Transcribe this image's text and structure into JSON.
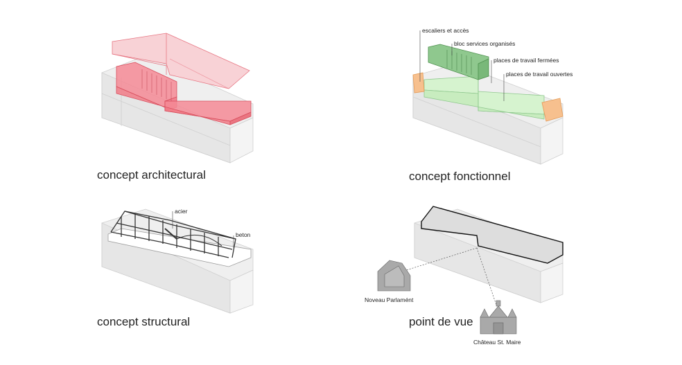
{
  "captions": {
    "architectural": "concept architectural",
    "fonctionnel": "concept fonctionnel",
    "structural": "concept structural",
    "point_de_vue": "point de vue"
  },
  "labels": {
    "escaliers": "escaliers et accès",
    "bloc_services": "bloc services organisés",
    "places_fermees": "places de travail fermées",
    "places_ouvertes": "places de travail ouvertes",
    "acier": "acier",
    "beton": "beton",
    "parlement": "Noveau Parlamént",
    "chateau": "Château St. Maire"
  },
  "colors": {
    "accent_red": "#f07a86",
    "service_green": "#8fc88e",
    "work_green": "#d6f3cf",
    "stair_orange": "#f7c08e",
    "building_grey": "#eeeeee",
    "line_grey": "#bdbdbd"
  }
}
